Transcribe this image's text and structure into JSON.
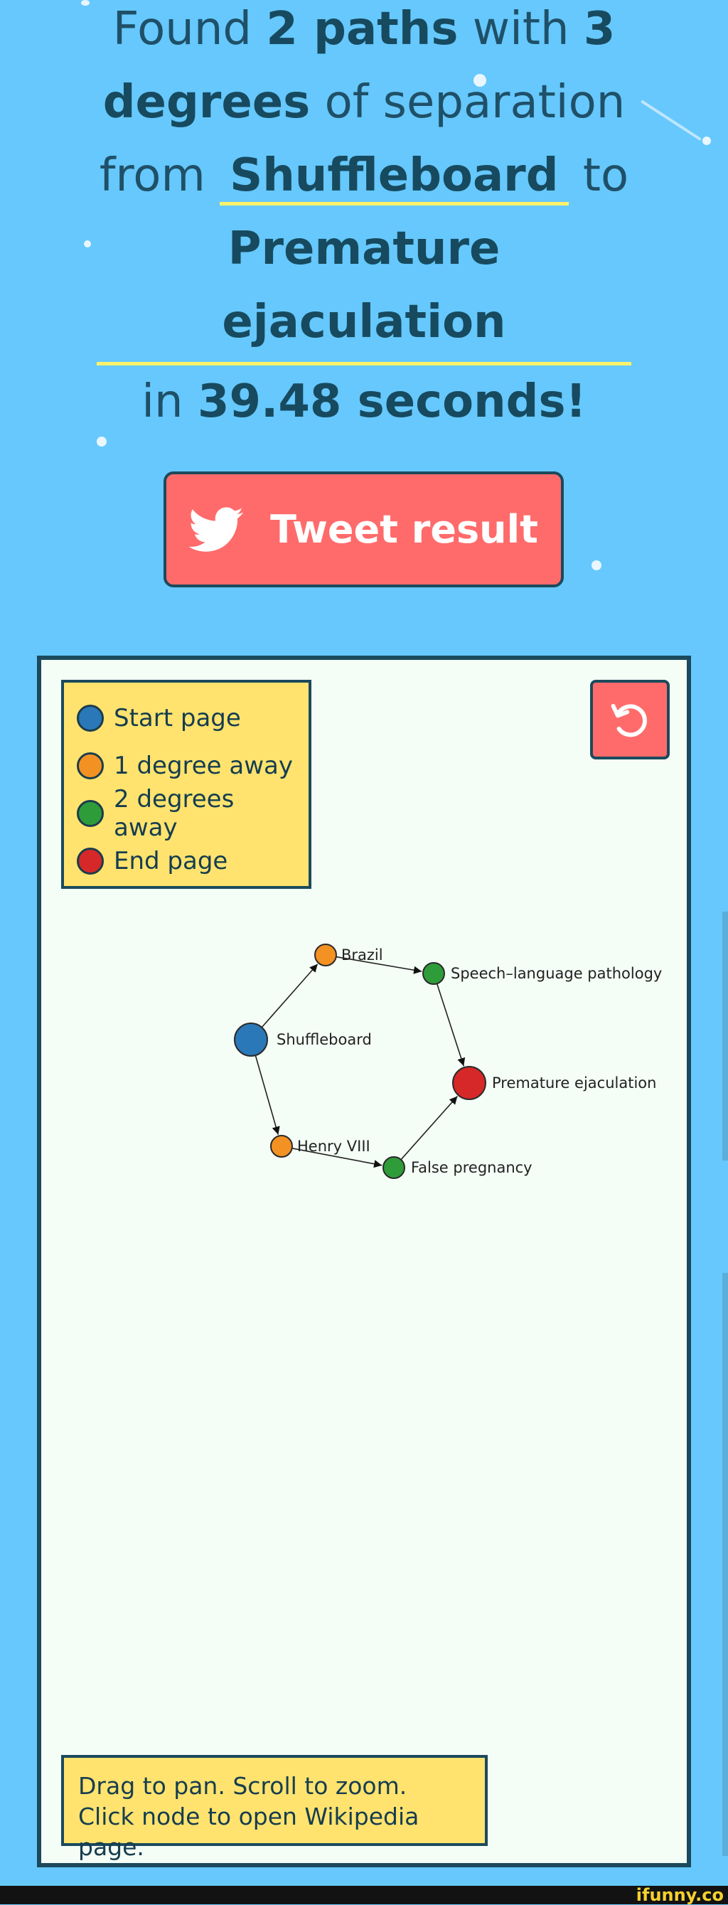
{
  "result": {
    "found": "Found",
    "path_count": "2 paths",
    "with": "with",
    "degrees_num": "3",
    "degrees_word": "degrees",
    "of_separation": "of separation",
    "from": "from",
    "start_page": "Shuffleboard",
    "to": "to",
    "end_line1": "Premature",
    "end_line2": "ejaculation",
    "in": "in",
    "time": "39.48 seconds!"
  },
  "tweet": {
    "label": "Tweet result",
    "icon": "twitter-bird-icon"
  },
  "legend": {
    "items": [
      {
        "label": "Start page",
        "color": "#2a78b8"
      },
      {
        "label": "1 degree away",
        "color": "#f39222"
      },
      {
        "label": "2 degrees away",
        "color": "#2f9c3a"
      },
      {
        "label": "End page",
        "color": "#d62828"
      }
    ]
  },
  "reset": {
    "icon": "reset-icon"
  },
  "graph": {
    "nodes": [
      {
        "id": "shuffleboard",
        "label": "Shuffleboard",
        "degree": 0
      },
      {
        "id": "brazil",
        "label": "Brazil",
        "degree": 1
      },
      {
        "id": "henry",
        "label": "Henry VIII",
        "degree": 1
      },
      {
        "id": "speech",
        "label": "Speech–language pathology",
        "degree": 2
      },
      {
        "id": "falsepreg",
        "label": "False pregnancy",
        "degree": 2
      },
      {
        "id": "premature",
        "label": "Premature ejaculation",
        "degree": 3
      }
    ],
    "edges": [
      [
        "shuffleboard",
        "brazil"
      ],
      [
        "brazil",
        "speech"
      ],
      [
        "speech",
        "premature"
      ],
      [
        "shuffleboard",
        "henry"
      ],
      [
        "henry",
        "falsepreg"
      ],
      [
        "falsepreg",
        "premature"
      ]
    ]
  },
  "help": {
    "line1": "Drag to pan. Scroll to zoom.",
    "line2": "Click node to open Wikipedia page."
  },
  "footer": {
    "logo": "ifunny.co"
  }
}
